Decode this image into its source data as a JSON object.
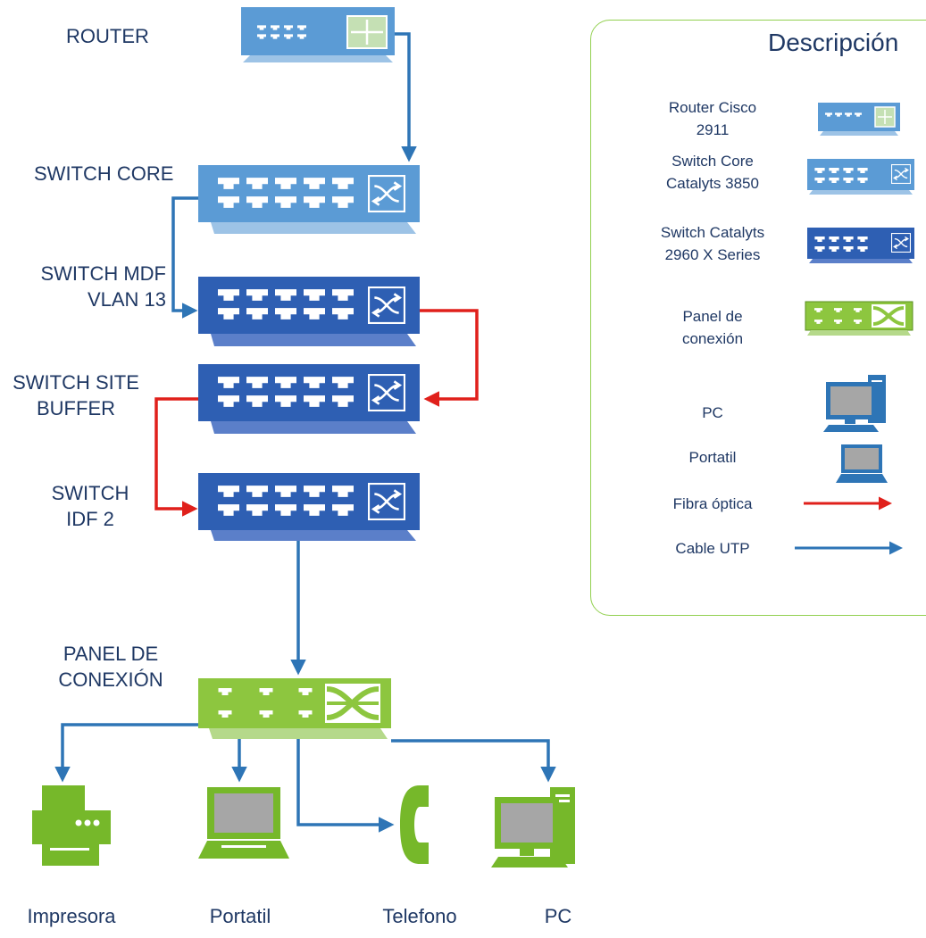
{
  "devices": {
    "router": "ROUTER",
    "switch_core": "SWITCH CORE",
    "switch_mdf": "SWITCH MDF\nVLAN 13",
    "switch_site_buffer": "SWITCH SITE\nBUFFER",
    "switch_idf2": "SWITCH\nIDF 2",
    "panel": "PANEL DE\nCONEXIÓN"
  },
  "endpoints": {
    "printer": "Impresora",
    "laptop": "Portatil",
    "phone": "Telefono",
    "pc": "PC"
  },
  "legend": {
    "title": "Descripción",
    "router": "Router Cisco\n2911",
    "switch_core": "Switch Core\nCatalyts 3850",
    "switch_catalyst": "Switch Catalyts\n2960 X Series",
    "panel": "Panel de\nconexión",
    "pc": "PC",
    "laptop": "Portatil",
    "fiber": "Fibra óptica",
    "utp": "Cable UTP"
  },
  "colors": {
    "router_blue": "#5b9bd5",
    "core_blue": "#5b9bd5",
    "switch_navy": "#2e5fb3",
    "panel_green": "#8dc63f",
    "device_green": "#76b82a",
    "fiber_red": "#e0201b",
    "utp_blue": "#2e75b6"
  }
}
